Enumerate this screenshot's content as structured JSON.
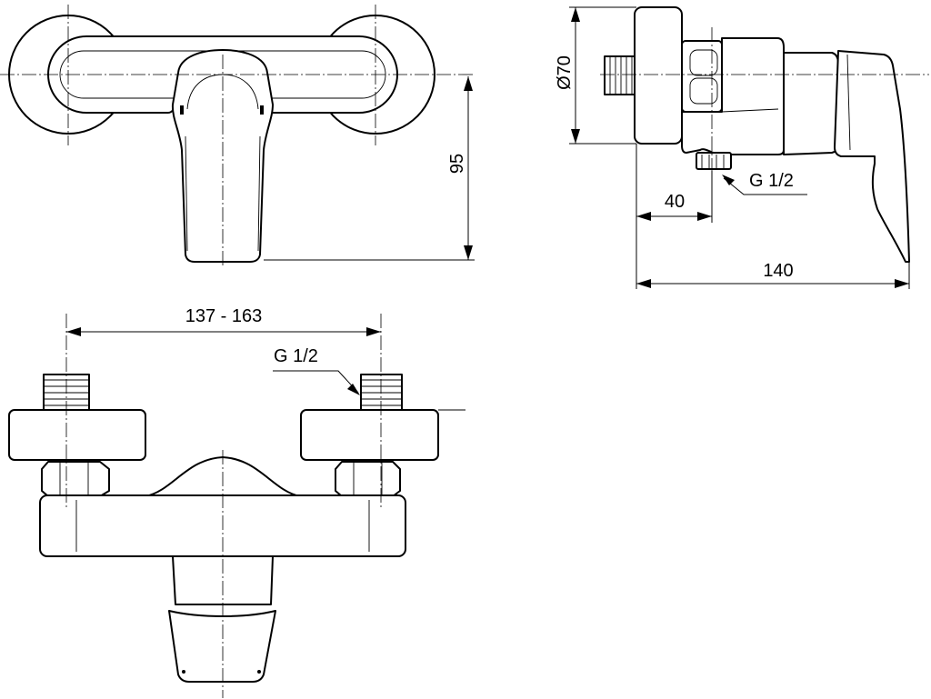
{
  "dimensions": {
    "height_front": "95",
    "rosette_diameter": "Ø70",
    "outlet_offset": "40",
    "total_depth": "140",
    "inlet_centers": "137 - 163"
  },
  "threads": {
    "outlet_thread": "G 1/2",
    "inlet_thread": "G 1/2"
  }
}
